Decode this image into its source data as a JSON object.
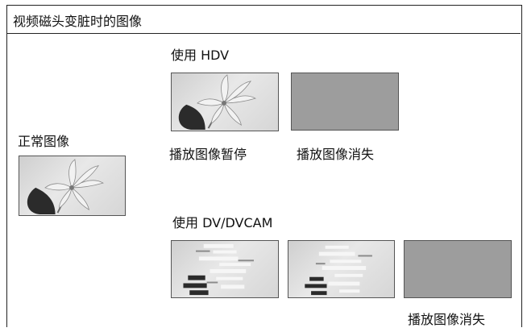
{
  "title": "视频磁头变脏时的图像",
  "normal": {
    "label": "正常图像"
  },
  "hdv": {
    "label": "使用 HDV",
    "caption_paused": "播放图像暂停",
    "caption_lost": "播放图像消失"
  },
  "dv": {
    "label": "使用 DV/DVCAM",
    "caption_lost": "播放图像消失"
  },
  "colors": {
    "border": "#222222",
    "gray_panel": "#9d9d9d",
    "flower": "#f4f4f4",
    "leaf": "#2b2b2b"
  },
  "icons": [
    "lily-flower-image",
    "gray-blank-image",
    "noise-distorted-image"
  ]
}
